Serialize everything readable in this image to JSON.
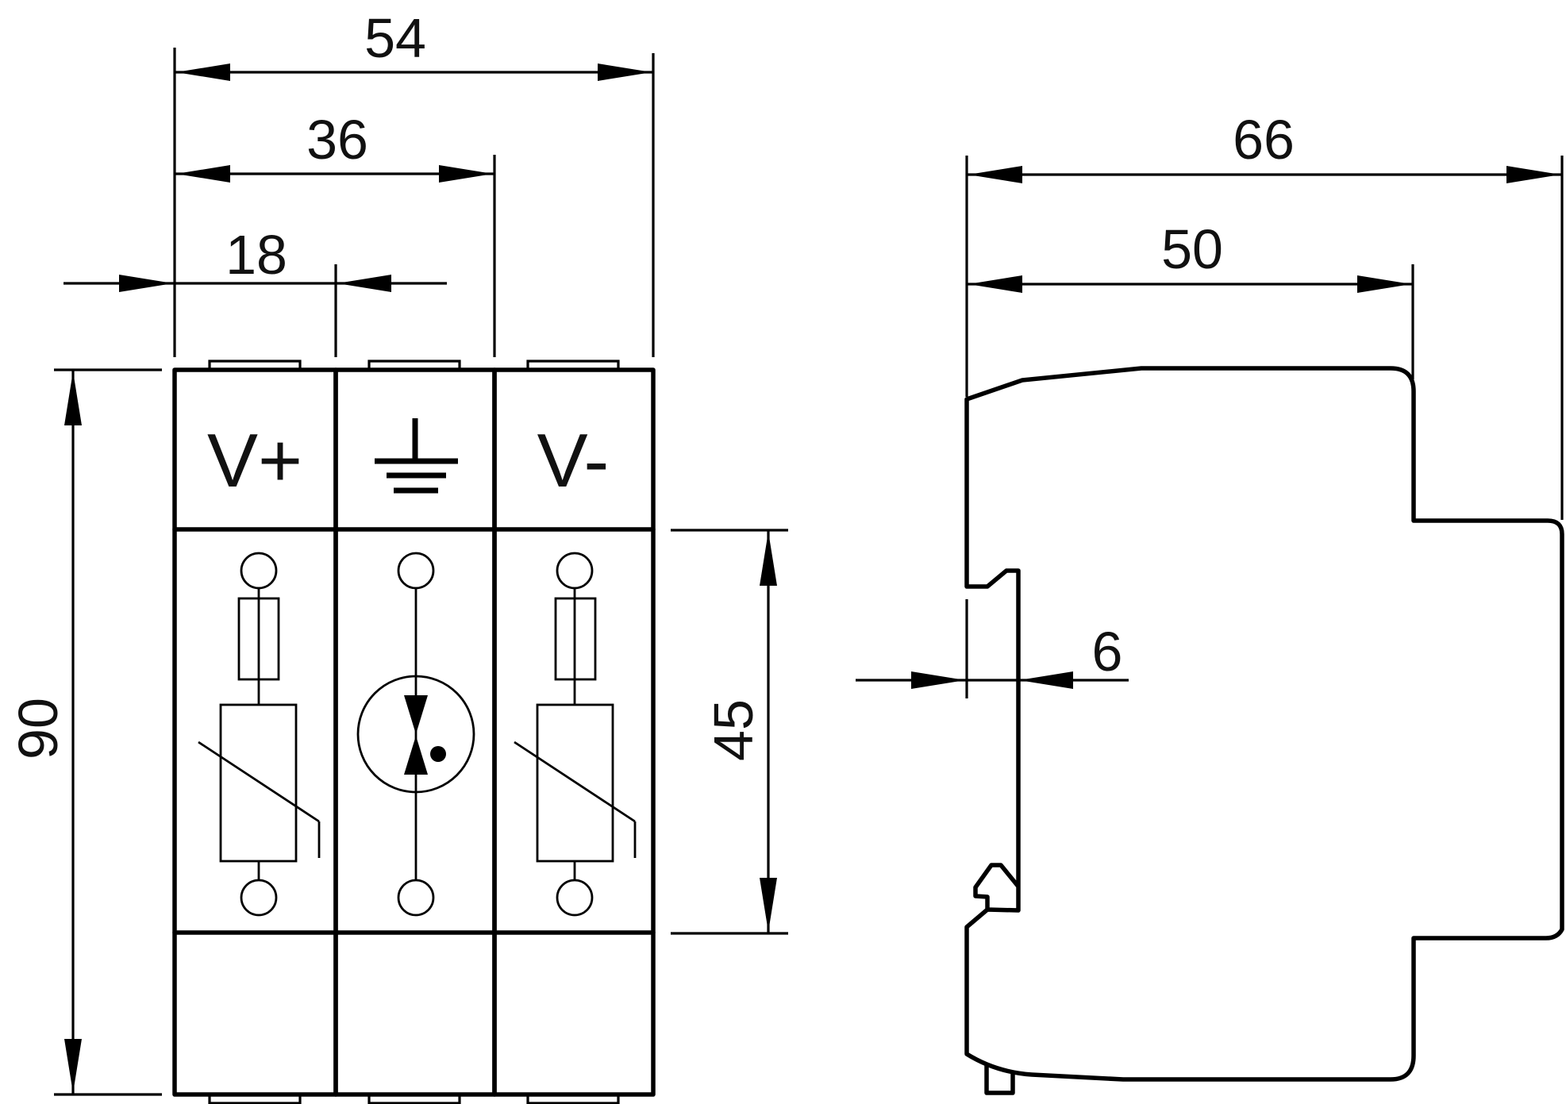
{
  "front_view": {
    "dimensions": {
      "total_width": "54",
      "two_module_width": "36",
      "module_width": "18",
      "height": "90",
      "window_height": "45"
    },
    "modules": [
      {
        "label": "V+",
        "symbol": "varistor"
      },
      {
        "label": "⊥",
        "symbol": "gas-discharge-tube"
      },
      {
        "label": "V-",
        "symbol": "varistor"
      }
    ]
  },
  "side_view": {
    "dimensions": {
      "total_depth": "66",
      "front_depth": "50",
      "rail_offset": "6"
    }
  }
}
